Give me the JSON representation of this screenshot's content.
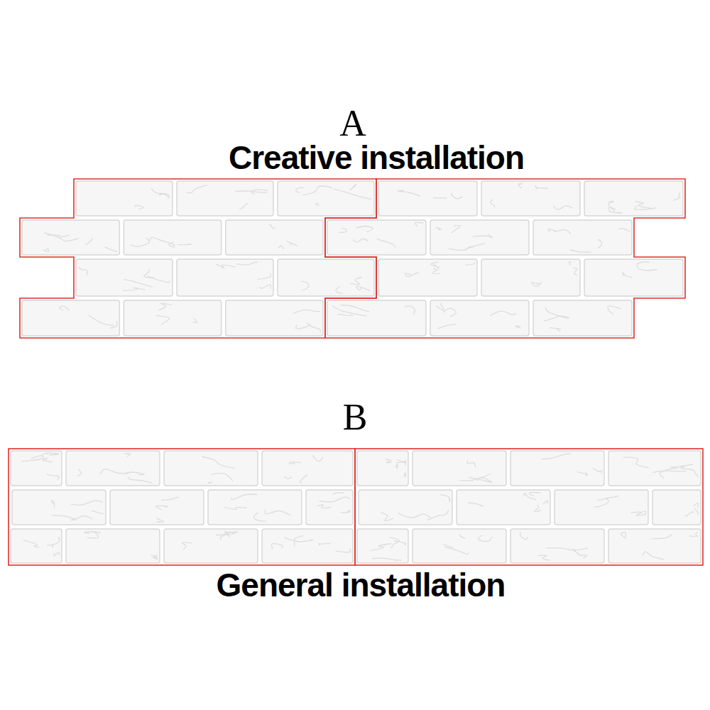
{
  "diagram": {
    "labels": [
      "A",
      "Creative installation",
      "B",
      "General installation"
    ]
  }
}
